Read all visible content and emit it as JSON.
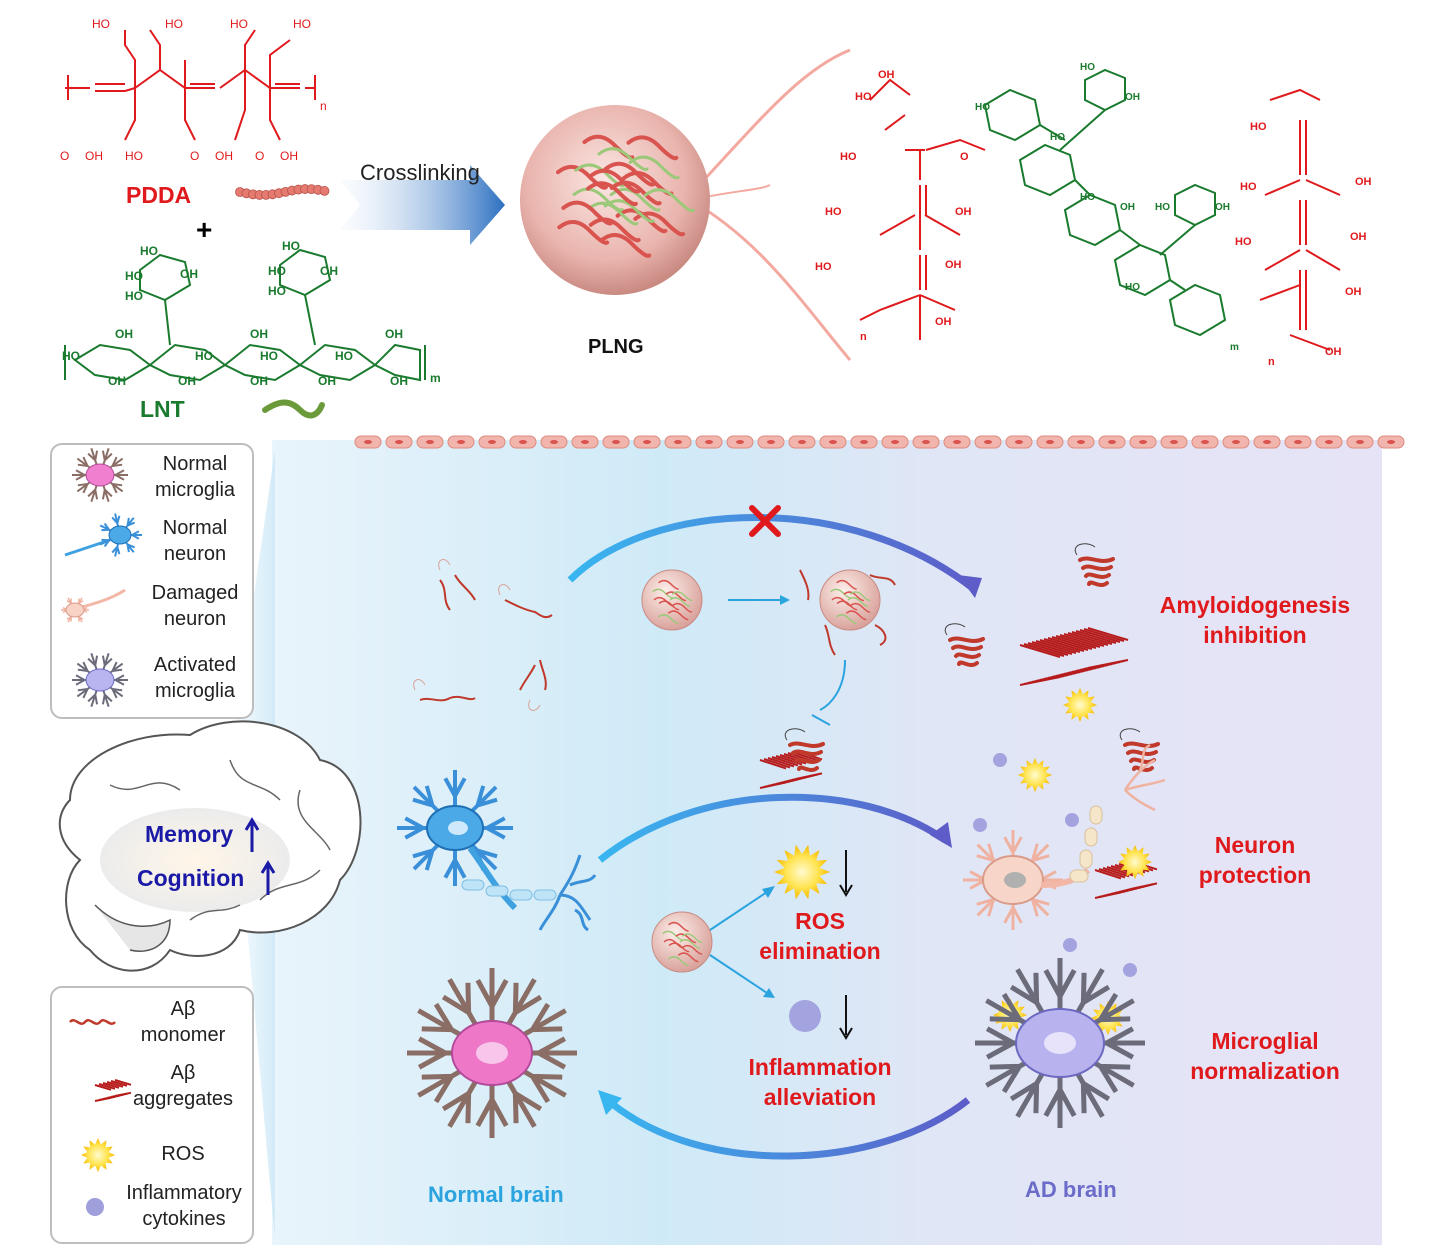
{
  "top": {
    "pdda_label": "PDDA",
    "lnt_label": "LNT",
    "plus": "+",
    "crosslinking_label": "Crosslinking",
    "plng_label": "PLNG",
    "chem_text": {
      "oh": "OH",
      "ho": "HO",
      "o": "O",
      "n": "n",
      "m": "m"
    }
  },
  "legend_top": {
    "items": [
      {
        "label": "Normal\nmicroglia",
        "icon": "normal-microglia-icon"
      },
      {
        "label": "Normal\nneuron",
        "icon": "normal-neuron-icon"
      },
      {
        "label": "Damaged\nneuron",
        "icon": "damaged-neuron-icon"
      },
      {
        "label": "Activated\nmicroglia",
        "icon": "activated-microglia-icon"
      }
    ]
  },
  "legend_bottom": {
    "items": [
      {
        "label": "Aβ\nmonomer",
        "icon": "abeta-monomer-icon"
      },
      {
        "label": "Aβ\naggregates",
        "icon": "abeta-aggregates-icon"
      },
      {
        "label": "ROS",
        "icon": "ros-icon"
      },
      {
        "label": "Inflammatory\ncytokines",
        "icon": "cytokine-icon"
      }
    ]
  },
  "brain": {
    "memory": "Memory",
    "cognition": "Cognition"
  },
  "panel": {
    "amyloid": "Amyloidogenesis\ninhibition",
    "neuron": "Neuron\nprotection",
    "microglia": "Microglial\nnormalization",
    "ros": "ROS\nelimination",
    "inflammation": "Inflammation\nalleviation",
    "normal_brain": "Normal brain",
    "ad_brain": "AD brain"
  },
  "colors": {
    "red": "#e0191c",
    "green": "#1a7a2e",
    "navy": "#1a1aa6",
    "blue_label": "#2aa3df",
    "purple_label": "#6b6bc9"
  }
}
